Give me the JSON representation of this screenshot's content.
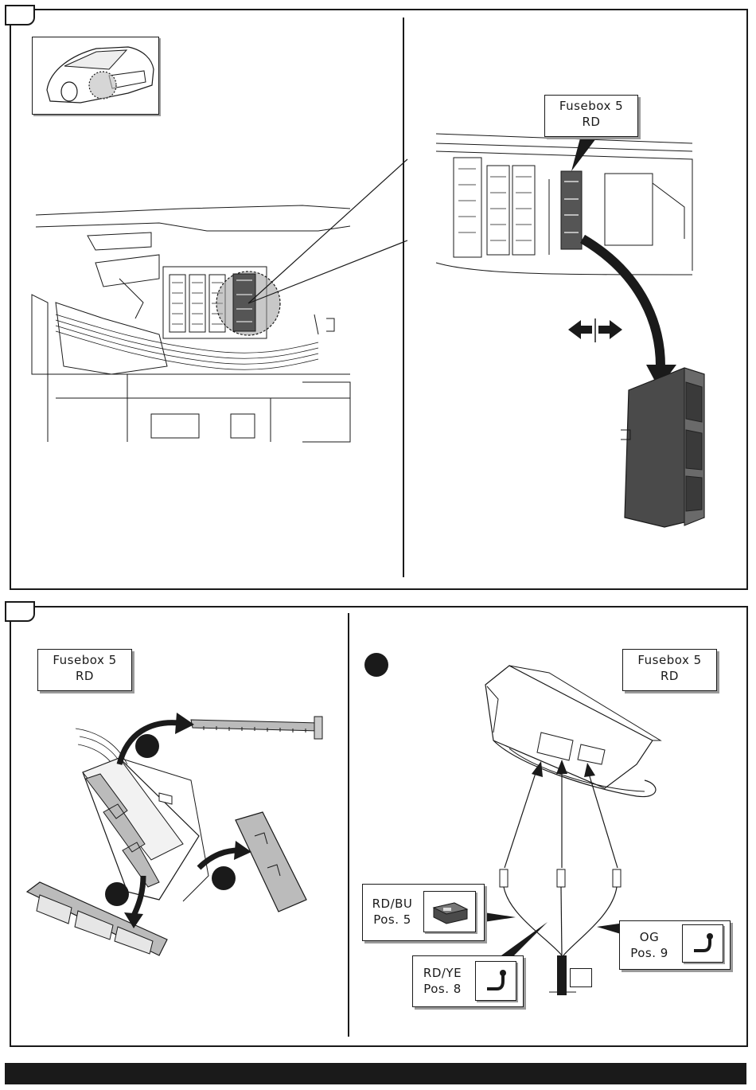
{
  "top_panel": {
    "fusebox_label": {
      "line1": "Fusebox 5",
      "line2": "RD"
    }
  },
  "bottom_panel": {
    "left": {
      "fusebox_label": {
        "line1": "Fusebox 5",
        "line2": "RD"
      }
    },
    "right": {
      "fusebox_label": {
        "line1": "Fusebox 5",
        "line2": "RD"
      },
      "wires": [
        {
          "color": "RD/BU",
          "position": "Pos. 5",
          "icon": "fuse-holder-icon"
        },
        {
          "color": "RD/YE",
          "position": "Pos. 8",
          "icon": "wire-hook-icon"
        },
        {
          "color": "OG",
          "position": "Pos. 9",
          "icon": "wire-hook-icon"
        }
      ]
    }
  },
  "colors": {
    "ink": "#1a1a1a",
    "module_fill": "#4a4a4a",
    "highlight": "#9a9a9a"
  }
}
